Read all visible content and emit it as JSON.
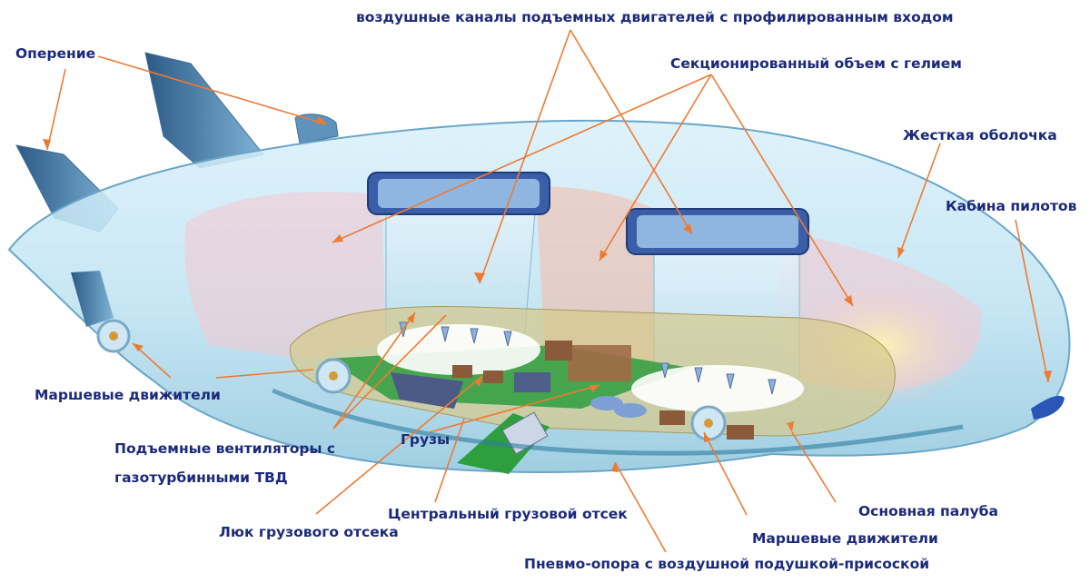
{
  "labels": {
    "air_channels": "воздушные каналы подъемных двигателей с  профилированным входом",
    "tail": "Оперение",
    "helium": "Секционированный объем с гелием",
    "hull": "Жесткая оболочка",
    "cockpit": "Кабина пилотов",
    "thrust_left": "Маршевые движители",
    "cargo": "Грузы",
    "lift_fans_line1": "Подъемные вентиляторы с",
    "lift_fans_line2": "газотурбинными ТВД",
    "central_bay": "Центральный грузовой отсек",
    "main_deck": "Основная палуба",
    "hatch": "Люк грузового отсека",
    "thrust_right": "Маршевые движители",
    "air_cushion": "Пневмо-опора с воздушной подушкой-присоской"
  },
  "colors": {
    "label_text": "#1b2a7a",
    "leader_line": "#ee7a32",
    "hull_fill": "#bfe3f2",
    "hull_edge": "#6aa6c8",
    "deck_green": "#2e9e3e",
    "helium_pink": "#f6c6cf"
  }
}
